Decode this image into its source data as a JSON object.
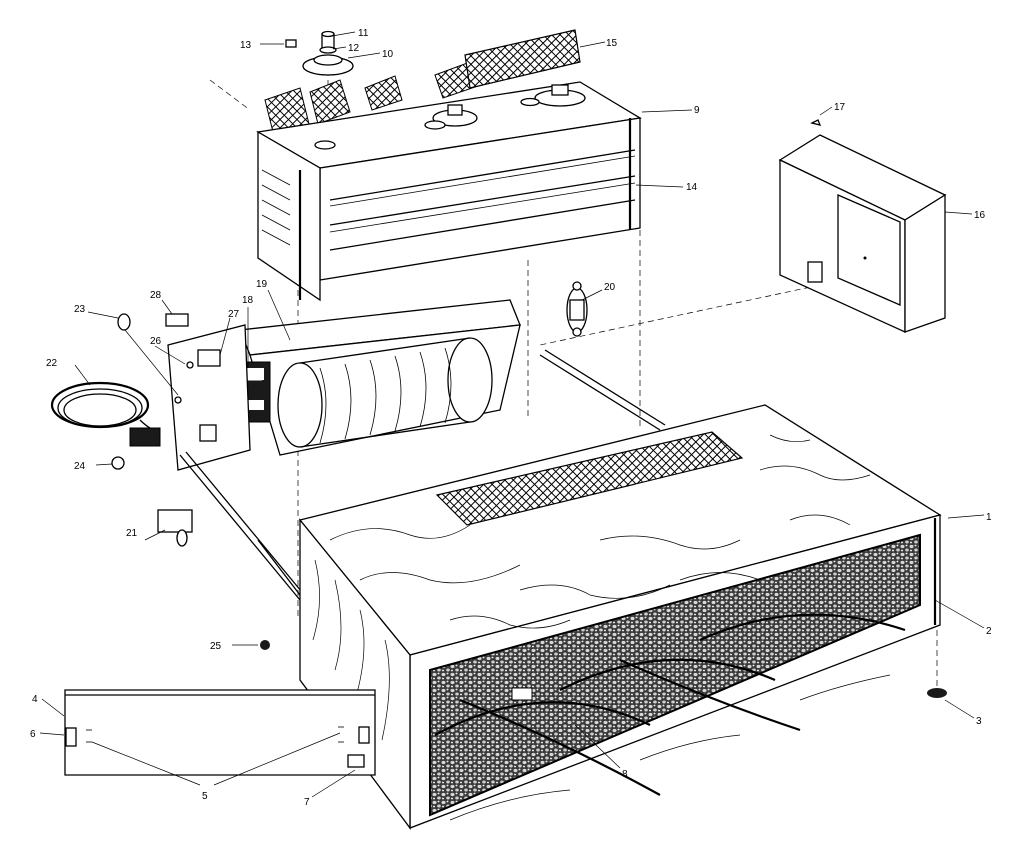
{
  "callouts": {
    "n1": "1",
    "n2": "2",
    "n3": "3",
    "n4": "4",
    "n5": "5",
    "n6": "6",
    "n7": "7",
    "n8": "8",
    "n9": "9",
    "n10": "10",
    "n11": "11",
    "n12": "12",
    "n13": "13",
    "n14": "14",
    "n15": "15",
    "n16": "16",
    "n17": "17",
    "n18": "18",
    "n19": "19",
    "n20": "20",
    "n21": "21",
    "n22": "22",
    "n23": "23",
    "n24": "24",
    "n25": "25",
    "n26": "26",
    "n27": "27",
    "n28": "28"
  }
}
